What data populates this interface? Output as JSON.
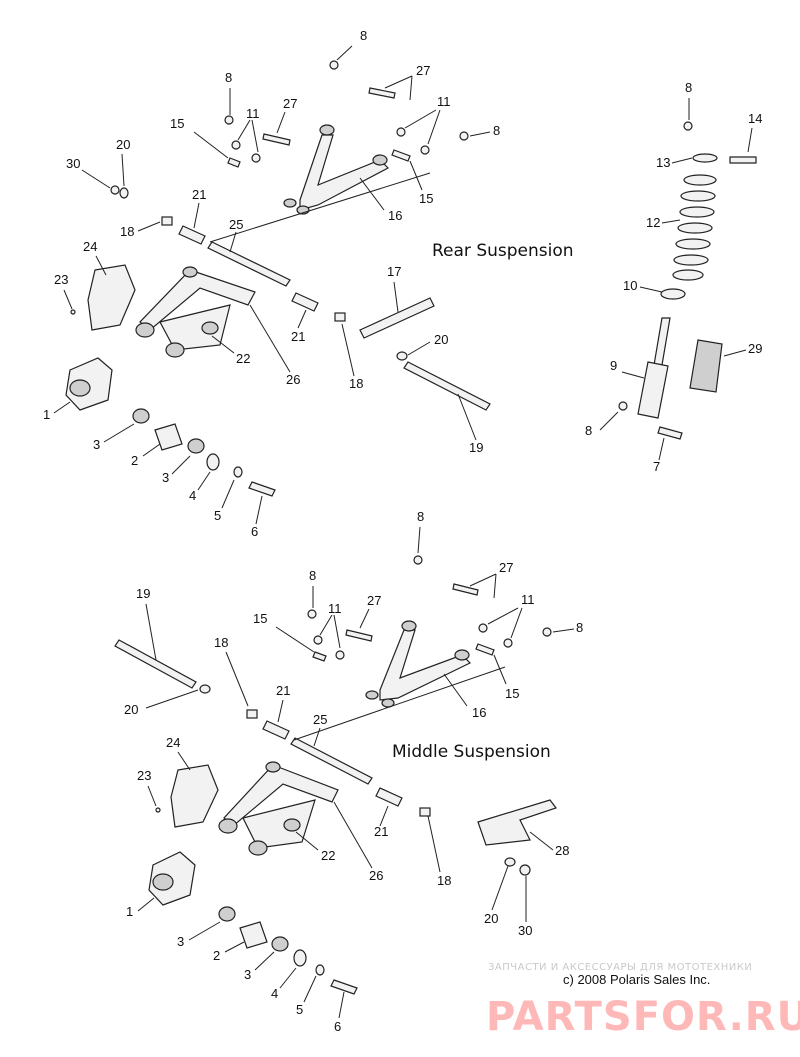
{
  "sections": {
    "rear_title": "Rear Suspension",
    "middle_title": "Middle Suspension"
  },
  "callouts": {
    "rear": [
      "8",
      "27",
      "8",
      "11",
      "27",
      "11",
      "8",
      "15",
      "30",
      "20",
      "21",
      "25",
      "15",
      "16",
      "18",
      "24",
      "23",
      "17",
      "21",
      "22",
      "18",
      "26",
      "20",
      "1",
      "3",
      "2",
      "3",
      "4",
      "5",
      "6",
      "19",
      "8",
      "14",
      "13",
      "12",
      "10",
      "29",
      "9",
      "8",
      "7"
    ],
    "middle": [
      "8",
      "27",
      "8",
      "11",
      "27",
      "11",
      "8",
      "15",
      "19",
      "18",
      "21",
      "25",
      "15",
      "16",
      "20",
      "24",
      "23",
      "22",
      "21",
      "18",
      "26",
      "1",
      "3",
      "2",
      "3",
      "4",
      "5",
      "6",
      "28",
      "20",
      "30"
    ]
  },
  "copyright": "c) 2008 Polaris Sales Inc.",
  "watermark": {
    "tagline": "ЗАПЧАСТИ И АКСЕССУАРЫ ДЛЯ МОТОТЕХНИКИ",
    "brand": "PARTSFOR.RU"
  }
}
